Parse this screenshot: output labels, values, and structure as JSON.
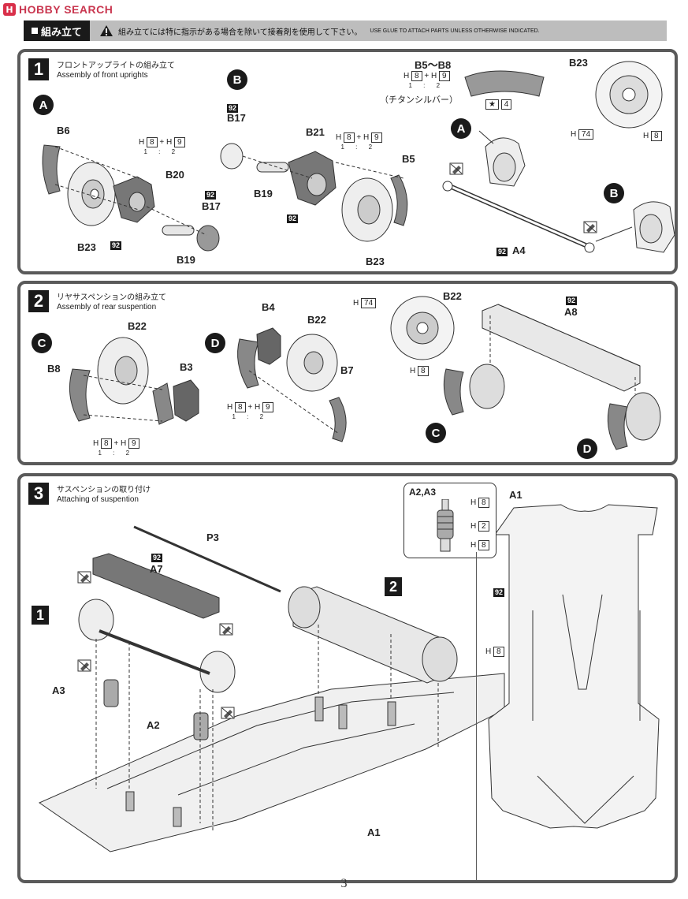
{
  "brand": {
    "logo": "H",
    "name": "HOBBY SEARCH"
  },
  "header": {
    "tag": "組み立て",
    "warning_icon": "warning-triangle-icon",
    "jp_note": "組み立てには特に指示がある場合を除いて接着剤を使用して下さい。",
    "en_note": "USE GLUE TO ATTACH PARTS UNLESS OTHERWISE INDICATED."
  },
  "step1": {
    "num": "1",
    "title_jp": "フロントアップライトの組み立て",
    "title_en": "Assembly of front uprights",
    "circle_a": "A",
    "circle_b": "B",
    "circle_a2": "A",
    "circle_b2": "B",
    "parts": [
      "B6",
      "B20",
      "B23",
      "B17",
      "B19",
      "B17",
      "B21",
      "B5",
      "B19",
      "B23",
      "B5〜B8",
      "B23",
      "A4"
    ],
    "badges": [
      "92",
      "92",
      "92",
      "92",
      "92"
    ],
    "ratio_h": "H",
    "ratio_a": "8",
    "ratio_b": "9",
    "ratio_sub": "1 : 2",
    "plus": "+",
    "titanium": "（チタンシルバー）",
    "star_num": "4",
    "disc_h74": "74",
    "disc_h8": "8"
  },
  "step2": {
    "num": "2",
    "title_jp": "リヤサスペンションの組み立て",
    "title_en": "Assembly of rear suspention",
    "circle_c": "C",
    "circle_d": "D",
    "circle_c2": "C",
    "circle_d2": "D",
    "parts": [
      "B22",
      "B8",
      "B3",
      "B4",
      "B22",
      "B7",
      "B22",
      "A8"
    ],
    "badge": "92",
    "h74": "74",
    "h8": "8"
  },
  "step3": {
    "num": "3",
    "title_jp": "サスペンションの取り付け",
    "title_en": "Attaching of suspention",
    "parts": [
      "P3",
      "A7",
      "A3",
      "A2",
      "A1",
      "A2,A3",
      "A1"
    ],
    "badges": [
      "92",
      "92"
    ],
    "ref1": "1",
    "ref2": "2",
    "inset_h": [
      "8",
      "2",
      "8"
    ],
    "h8": "8"
  },
  "page_number": "3"
}
